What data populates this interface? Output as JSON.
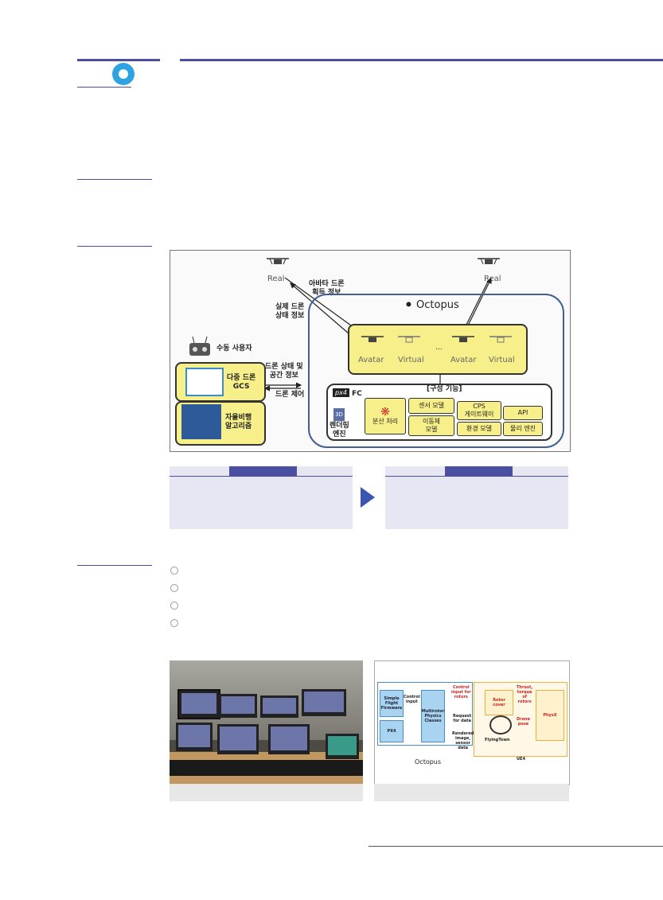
{
  "figure": {
    "real_left": "Real",
    "real_right": "Real",
    "octopus": "Octopus",
    "avatar_info": "아바타 드론\n획득 정보",
    "real_state": "실제 드론\n상태 정보",
    "manual_user": "수동 사용자",
    "state_space": "드론 상태 및\n공간 정보",
    "drone_control": "드론 제어",
    "gcs": "다중 드론\nGCS",
    "autonomy": "자율비행\n알고리즘",
    "avatar_1": "Avatar",
    "virtual_1": "Virtual",
    "ellipsis": "...",
    "avatar_2": "Avatar",
    "virtual_2": "Virtual",
    "config": "[구성 기능]",
    "px4_fc": "FC",
    "px4_logo": "px4",
    "render_3d": "3D",
    "render_engine": "렌더링\n엔진",
    "distributed": "분산 처리",
    "sensor_model": "센서 모델",
    "cps_gateway": "CPS\n게이트웨이",
    "api": "API",
    "vehicle_model": "이동체\n모델",
    "env_model": "환경 모델",
    "physics_engine": "물리 엔진"
  },
  "diagram": {
    "simple_fw": "Simple\nFlight\nFirmware",
    "px4": "PX4",
    "control_input": "Control\ninput",
    "multirotor": "Multirotor\nPhysics\nClasses",
    "control_rotors": "Control\ninput for\nrotors",
    "request": "Request\nfor data",
    "rendered": "Rendered\nimage,\nsensor\ndata",
    "rotor_cover": "Rotor\ncover",
    "flyingtown": "FlyingTown",
    "thrust": "Thrust,\ntorque\nof\nrotors",
    "drone_pose": "Drone\npose",
    "physx": "PhysX",
    "octopus": "Octopus",
    "ue4": "UE4"
  },
  "colors": {
    "accent": "#4a4fa0",
    "yellow": "#f7ef8a",
    "octopus_border": "#3f5f95",
    "summary_bg": "#e7e7f3",
    "arrow": "#3b55b3"
  }
}
